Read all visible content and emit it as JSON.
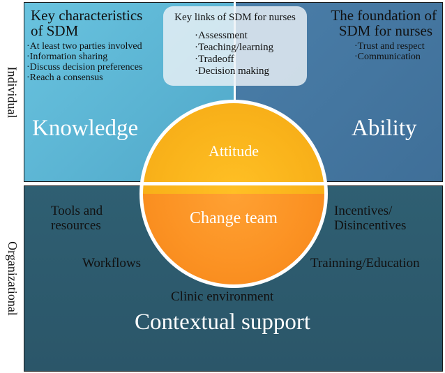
{
  "side_labels": {
    "individual": "Individual",
    "organizational": "Organizational"
  },
  "knowledge_quadrant": {
    "title_line1": "Key characteristics",
    "title_line2": "of SDM",
    "items": [
      "·At least two parties involved",
      "·Information sharing",
      "·Discuss decision preferences",
      "·Reach a consensus"
    ],
    "big_label": "Knowledge"
  },
  "links_box": {
    "title": "Key links of SDM for nurses",
    "items": [
      "·Assessment",
      "·Teaching/learning",
      "·Tradeoff",
      "·Decision making"
    ]
  },
  "ability_quadrant": {
    "title_line1": "The foundation of",
    "title_line2": "SDM for nurses",
    "items": [
      "·Trust and respect",
      "·Communication"
    ],
    "big_label": "Ability"
  },
  "center_circle": {
    "top_label": "Attitude",
    "bottom_label": "Change team",
    "top_color": "#f9b21a",
    "bottom_color": "#fb9122"
  },
  "contextual_quadrant": {
    "tools_line1": "Tools and",
    "tools_line2": "resources",
    "incentives_line1": "Incentives/",
    "incentives_line2": "Disincentives",
    "workflows": "Workflows",
    "training": "Trainning/Education",
    "clinic": "Clinic environment",
    "big_label": "Contextual support"
  },
  "colors": {
    "knowledge_bg": "#5bb4d3",
    "ability_bg": "#4576a1",
    "context_bg": "#2d5a6d"
  }
}
